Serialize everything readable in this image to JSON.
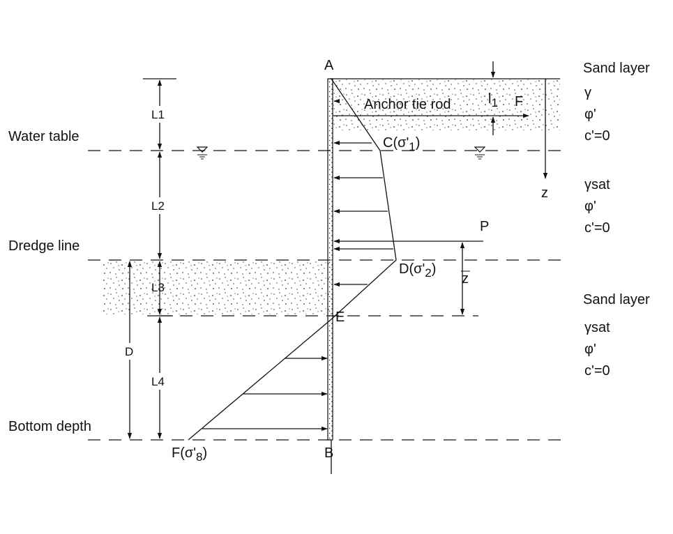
{
  "labels": {
    "A": "A",
    "B": "B",
    "E": "E",
    "F_point": "F(σ'",
    "F_point_sub": "8",
    "F_point_close": ")",
    "C_point": "C(σ'",
    "C_point_sub": "1",
    "C_point_close": ")",
    "D_point": "D(σ'",
    "D_point_sub": "2",
    "D_point_close": ")",
    "anchor": "Anchor tie rod",
    "l1": "l",
    "l1_sub": "1",
    "F_force": "F",
    "z_axis": "z",
    "z_bar": "z",
    "P": "P",
    "water_table": "Water table",
    "dredge_line": "Dredge line",
    "bottom_depth": "Bottom depth",
    "L1": "L1",
    "L2": "L2",
    "L3": "L3",
    "L4": "L4",
    "D": "D"
  },
  "layers": [
    {
      "title": "Sand layer",
      "props": [
        "γ",
        "φ'",
        "c'=0"
      ]
    },
    {
      "title": "",
      "props": [
        "γsat",
        "φ'",
        "c'=0"
      ]
    },
    {
      "title": "Sand layer",
      "props": [
        "γsat",
        "φ'",
        "c'=0"
      ]
    }
  ]
}
